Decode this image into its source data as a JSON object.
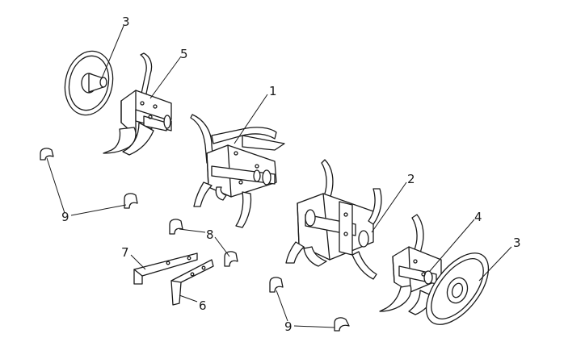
{
  "diagram": {
    "callouts": {
      "c1": "1",
      "c2": "2",
      "c3_left": "3",
      "c3_right": "3",
      "c4": "4",
      "c5": "5",
      "c6": "6",
      "c7": "7",
      "c8": "8",
      "c9_left": "9",
      "c9_right": "9"
    }
  }
}
